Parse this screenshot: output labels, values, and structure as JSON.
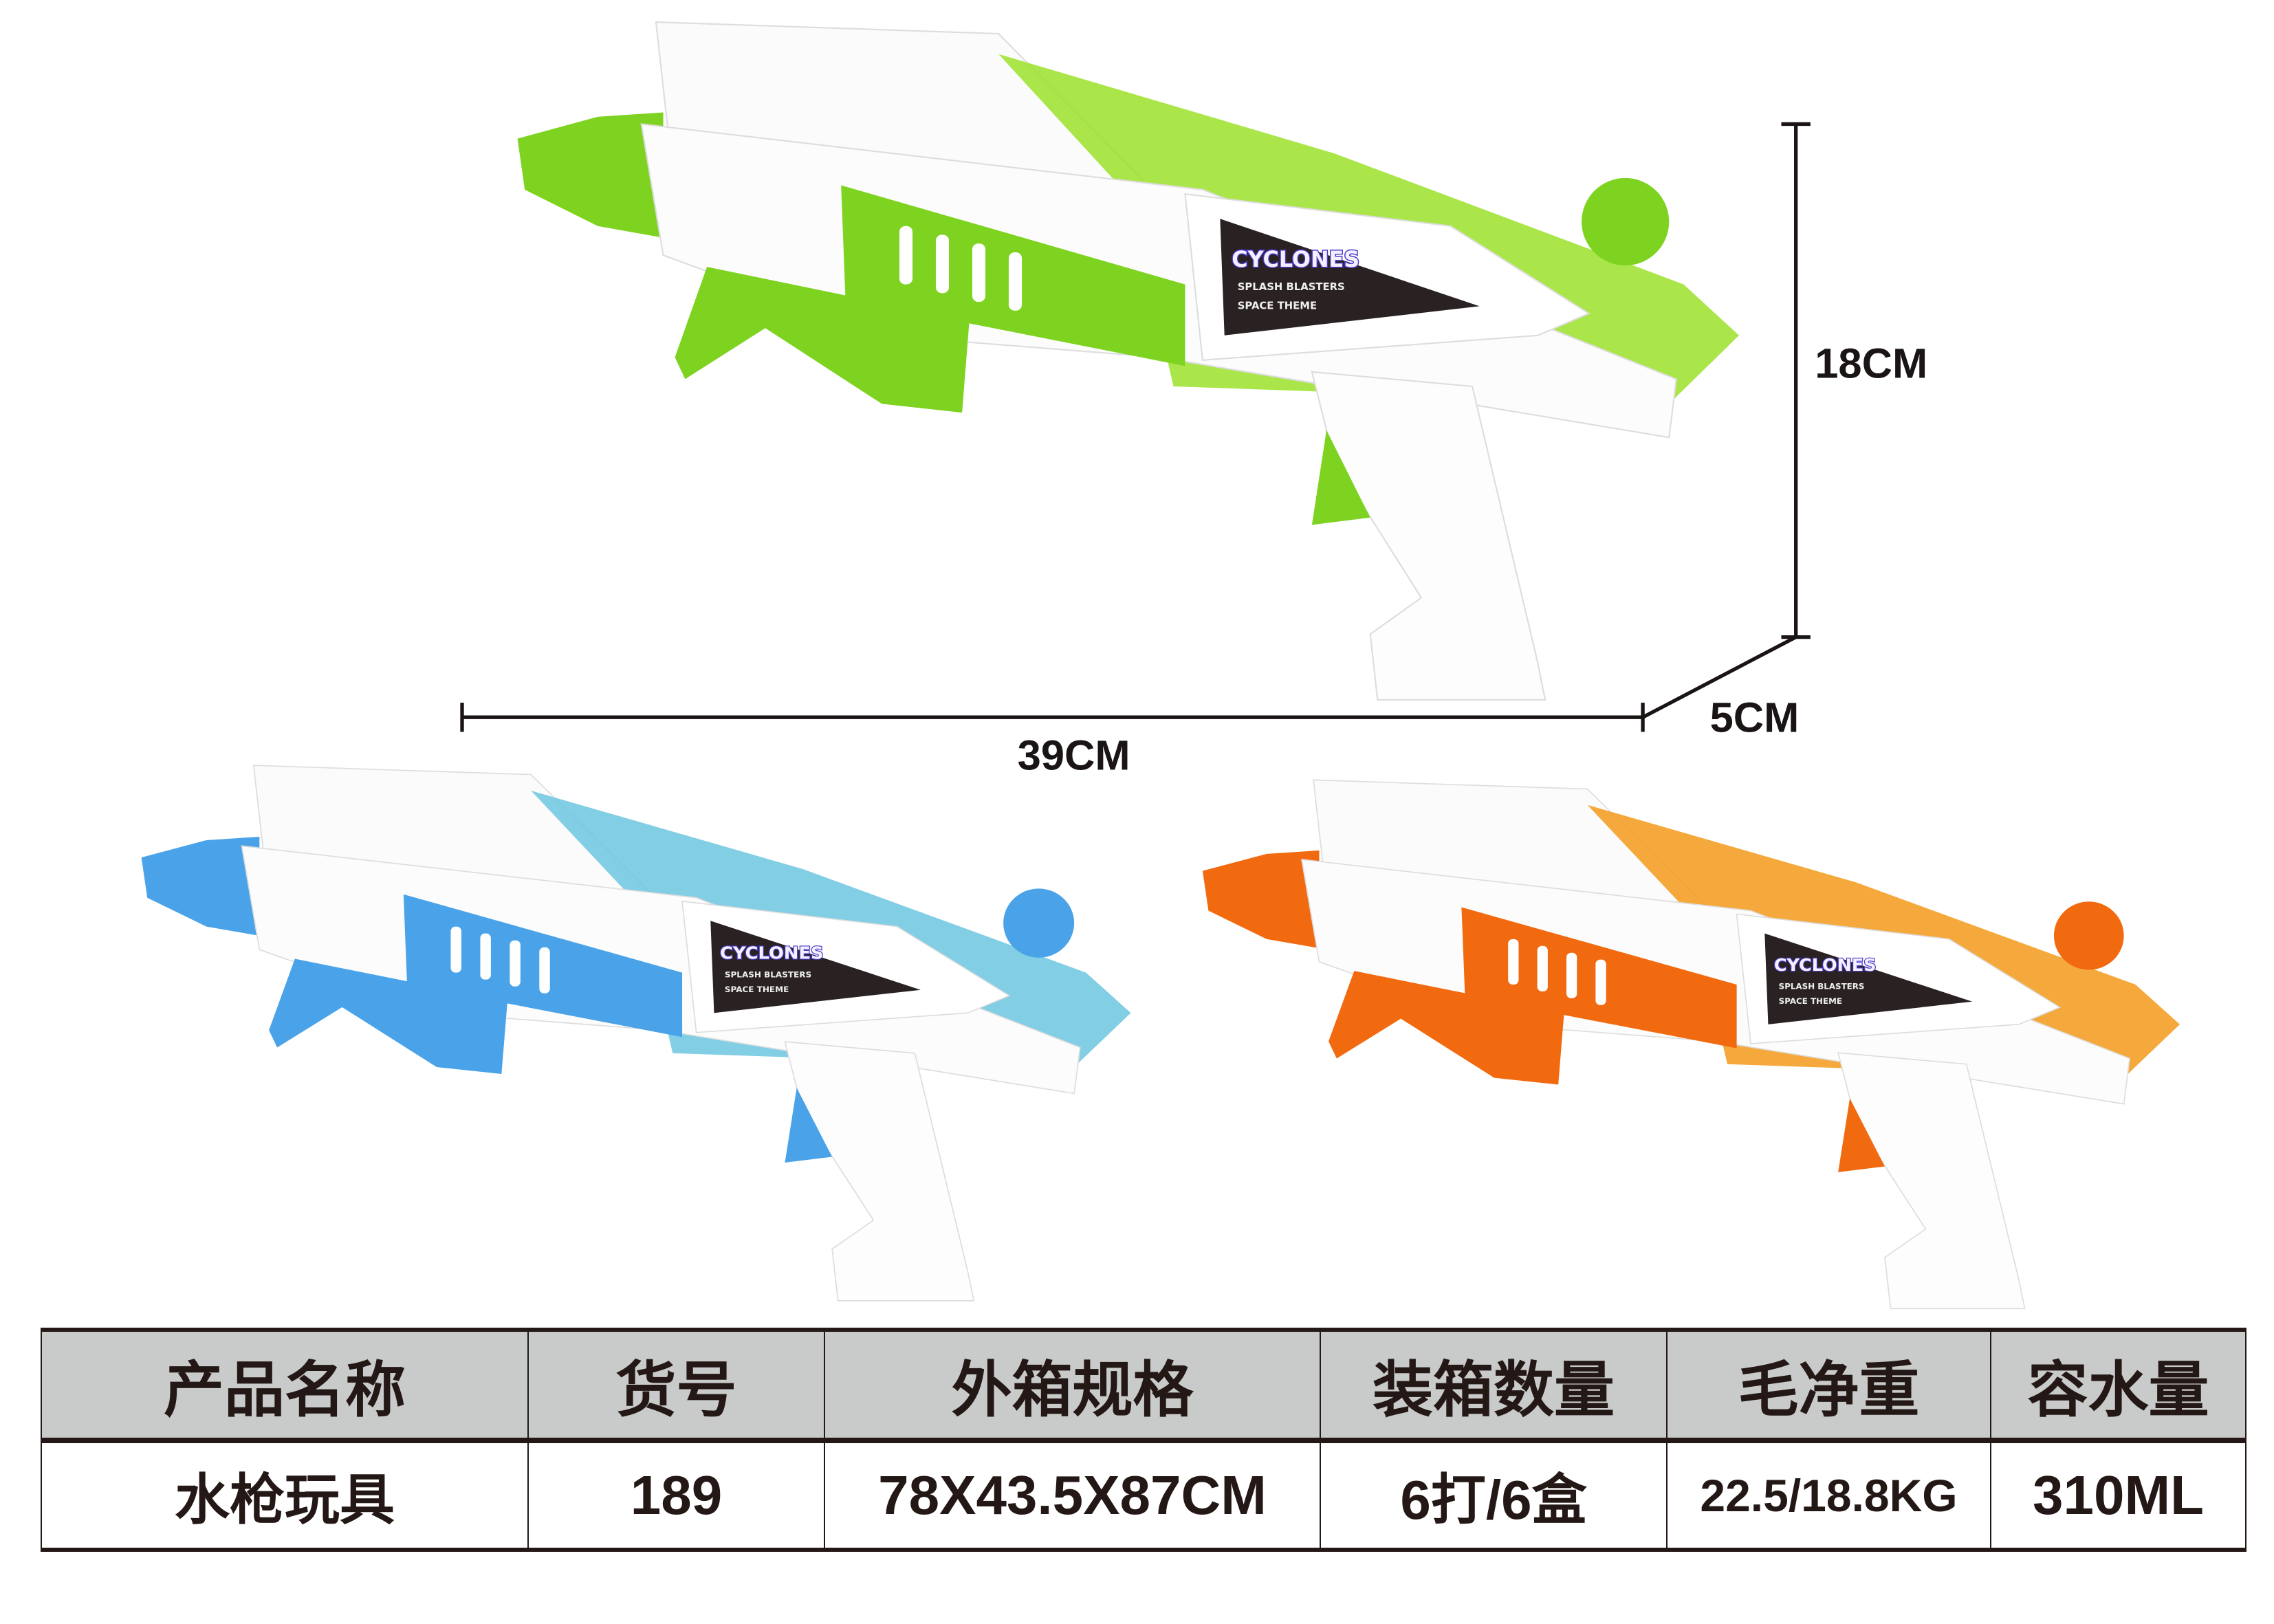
{
  "dimensions": {
    "height": "18CM",
    "length": "39CM",
    "width": "5CM"
  },
  "products": [
    {
      "color_name": "green",
      "accent": "#7ed321",
      "tank": "#9be22a"
    },
    {
      "color_name": "blue",
      "accent": "#4aa3e8",
      "tank": "#6cc6e0"
    },
    {
      "color_name": "orange",
      "accent": "#f26a10",
      "tank": "#f39a1a"
    }
  ],
  "logo": {
    "title": "CYCLONES",
    "subtitle": "SPLASH BLASTERS",
    "theme": "SPACE THEME"
  },
  "table": {
    "headers": [
      "产品名称",
      "货号",
      "外箱规格",
      "装箱数量",
      "毛净重",
      "容水量"
    ],
    "row": [
      "水枪玩具",
      "189",
      "78X43.5X87CM",
      "6打/6盒",
      "22.5/18.8KG",
      "310ML"
    ]
  }
}
